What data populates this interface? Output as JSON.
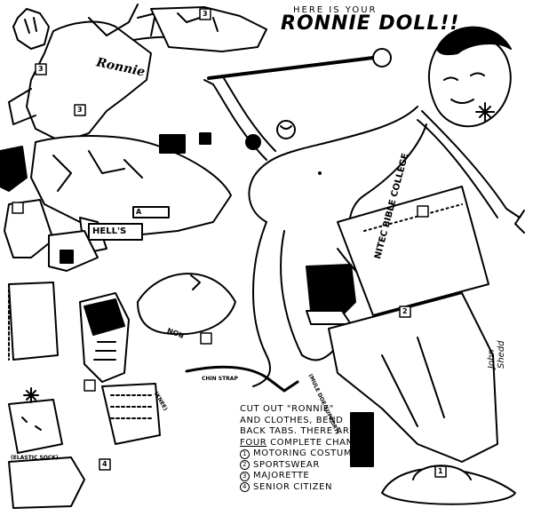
{
  "headline": {
    "small": "HERE IS YOUR",
    "big": "RONNIE DOLL!!"
  },
  "instructions": {
    "line1": "CUT OUT \"RONNIE\"",
    "line2": "AND CLOTHES, BEND",
    "line3": "BACK TABS. THERE ARE",
    "line4_four": "FOUR",
    "line4_rest": " COMPLETE CHANGES",
    "items": [
      "MOTORING COSTUME",
      "SPORTSWEAR",
      "MAJORETTE",
      "SENIOR CITIZEN"
    ]
  },
  "labels": {
    "jersey": "Ronnie",
    "hells": "HELL'S",
    "angels": "A",
    "college": "NITEC BIBLE COLLEGE",
    "chin_strap": "CHIN STRAP",
    "sign": "RON",
    "mule": "(MULE DOE SUPPORT)",
    "knee": "(KNEE)",
    "elastic": "(ELASTIC SOCK)"
  },
  "tabs": [
    "3",
    "3",
    "3",
    "4",
    "1",
    "2"
  ],
  "signature": "John Shedd"
}
